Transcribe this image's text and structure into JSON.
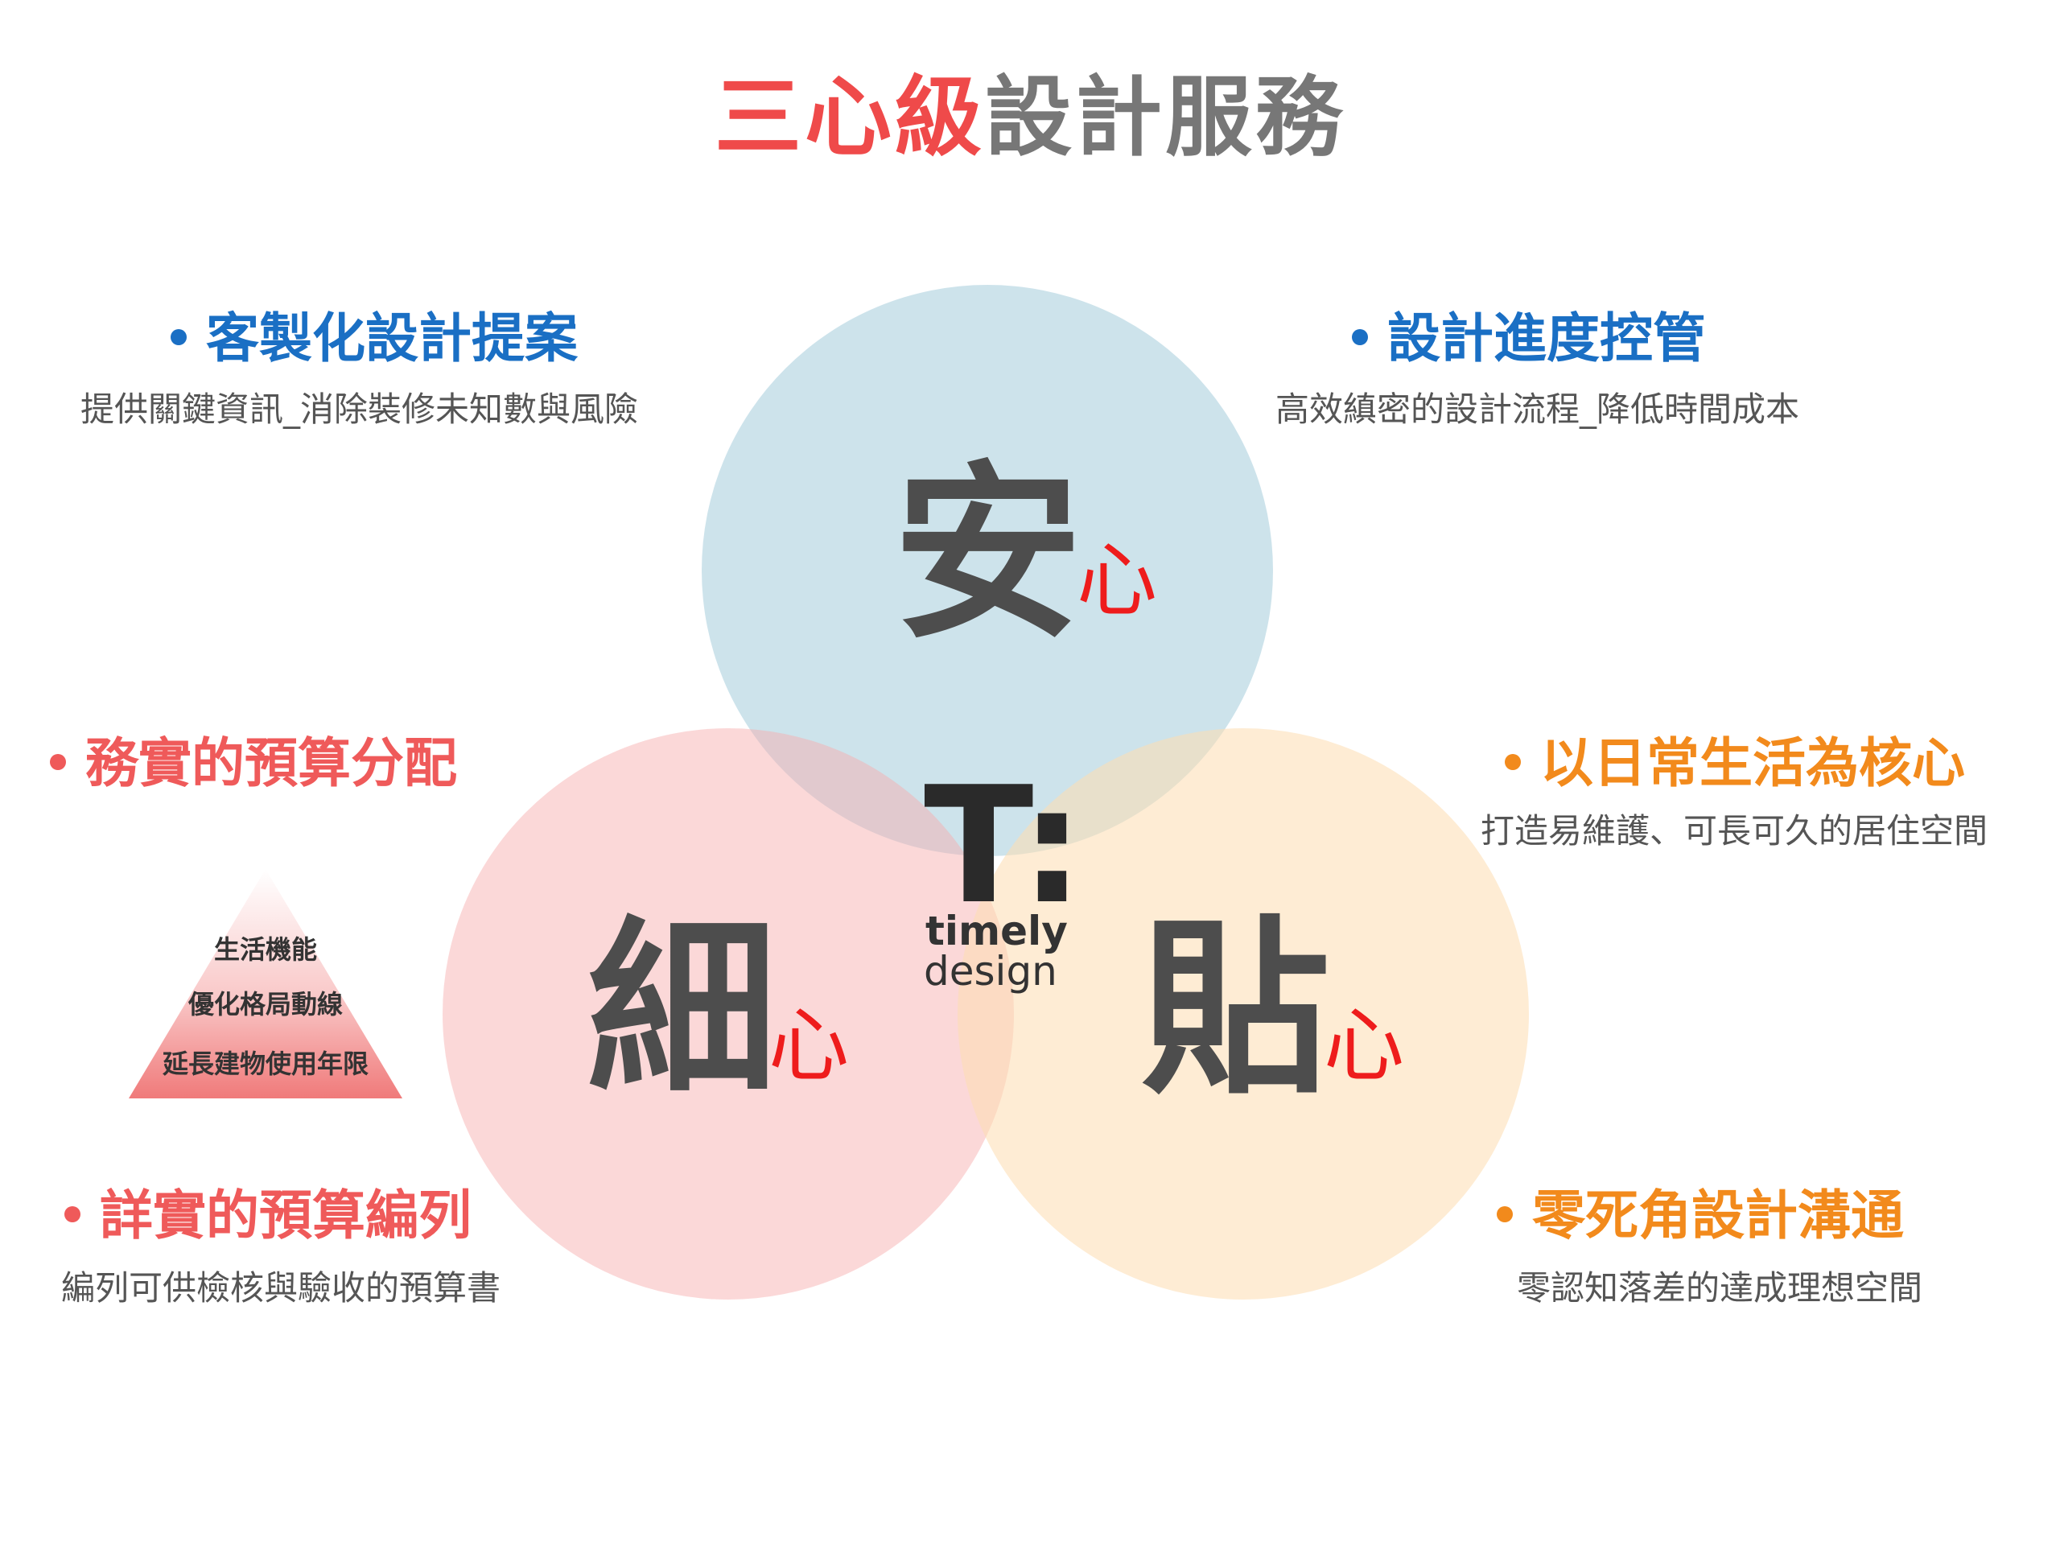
{
  "title": {
    "highlight": "三心級",
    "rest": "設計服務"
  },
  "circles": {
    "top": {
      "main": "安",
      "suffix": "心"
    },
    "left": {
      "main": "細",
      "suffix": "心"
    },
    "right": {
      "main": "貼",
      "suffix": "心"
    }
  },
  "logo": {
    "mark": "T:",
    "word1": "timely",
    "word2": "design"
  },
  "items": {
    "top_left": {
      "heading": "客製化設計提案",
      "sub": "提供關鍵資訊_消除裝修未知數與風險"
    },
    "top_right": {
      "heading": "設計進度控管",
      "sub": "高效縝密的設計流程_降低時間成本"
    },
    "mid_left": {
      "heading": "務實的預算分配"
    },
    "mid_right": {
      "heading": "以日常生活為核心",
      "sub": "打造易維護、可長可久的居住空間"
    },
    "bottom_left": {
      "heading": "詳實的預算編列",
      "sub": "編列可供檢核與驗收的預算書"
    },
    "bottom_right": {
      "heading": "零死角設計溝通",
      "sub": "零認知落差的達成理想空間"
    }
  },
  "pyramid": {
    "levels": [
      "生活機能",
      "優化格局動線",
      "延長建物使用年限"
    ]
  },
  "colors": {
    "title_red": "#ef4a4a",
    "title_gray": "#777777",
    "blue": "#1a6fc4",
    "red": "#ef5a5a",
    "orange": "#f28a1c",
    "circle_top": "#a9cedc",
    "circle_left": "#f7aeae",
    "circle_right": "#fdddb2"
  }
}
